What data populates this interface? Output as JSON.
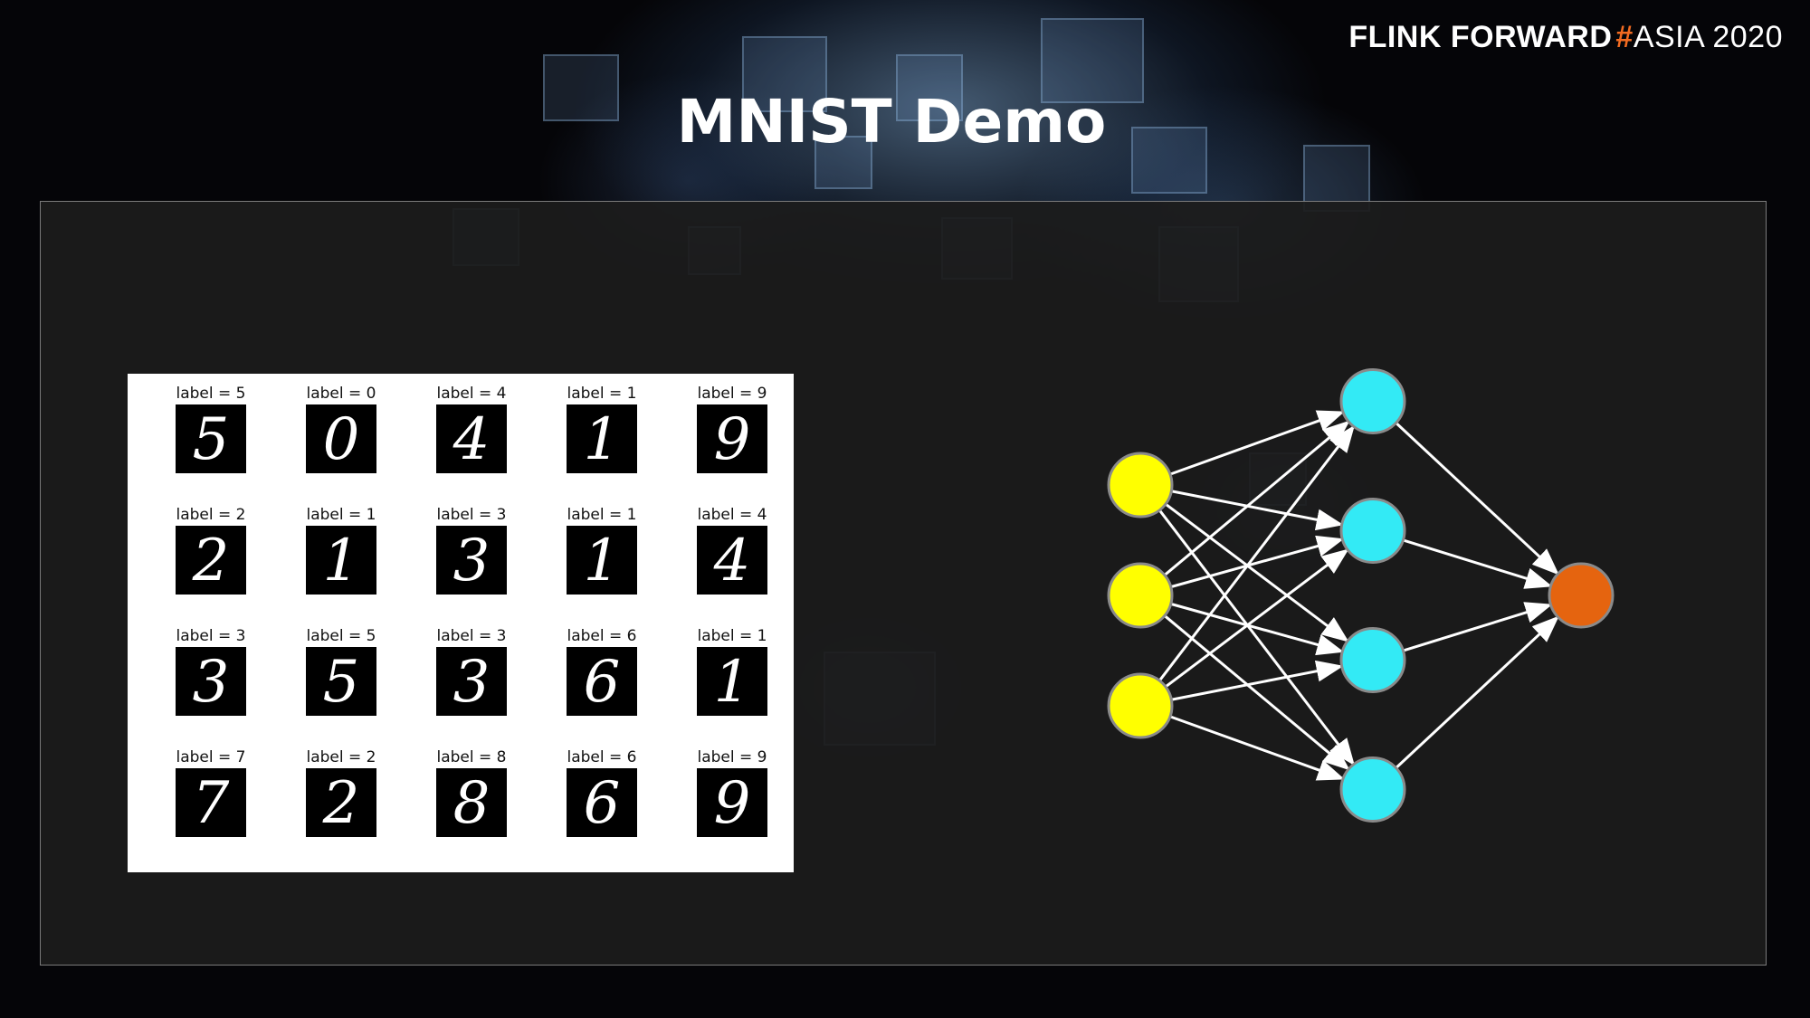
{
  "brand": {
    "flink": "FLINK",
    "forward": "FORWARD",
    "hash": "#",
    "asia": "ASIA 2020"
  },
  "title": "MNIST Demo",
  "label_prefix": "label = ",
  "mnist_labels": [
    5,
    0,
    4,
    1,
    9,
    2,
    1,
    3,
    1,
    4,
    3,
    5,
    3,
    6,
    1,
    7,
    2,
    8,
    6,
    9
  ],
  "network": {
    "layers": [
      {
        "name": "input",
        "count": 3,
        "color": "#ffff00"
      },
      {
        "name": "hidden",
        "count": 4,
        "color": "#33eaf5"
      },
      {
        "name": "output",
        "count": 1,
        "color": "#e5640f"
      }
    ],
    "edge_color": "#ffffff",
    "node_border": "#8a8a8a"
  }
}
